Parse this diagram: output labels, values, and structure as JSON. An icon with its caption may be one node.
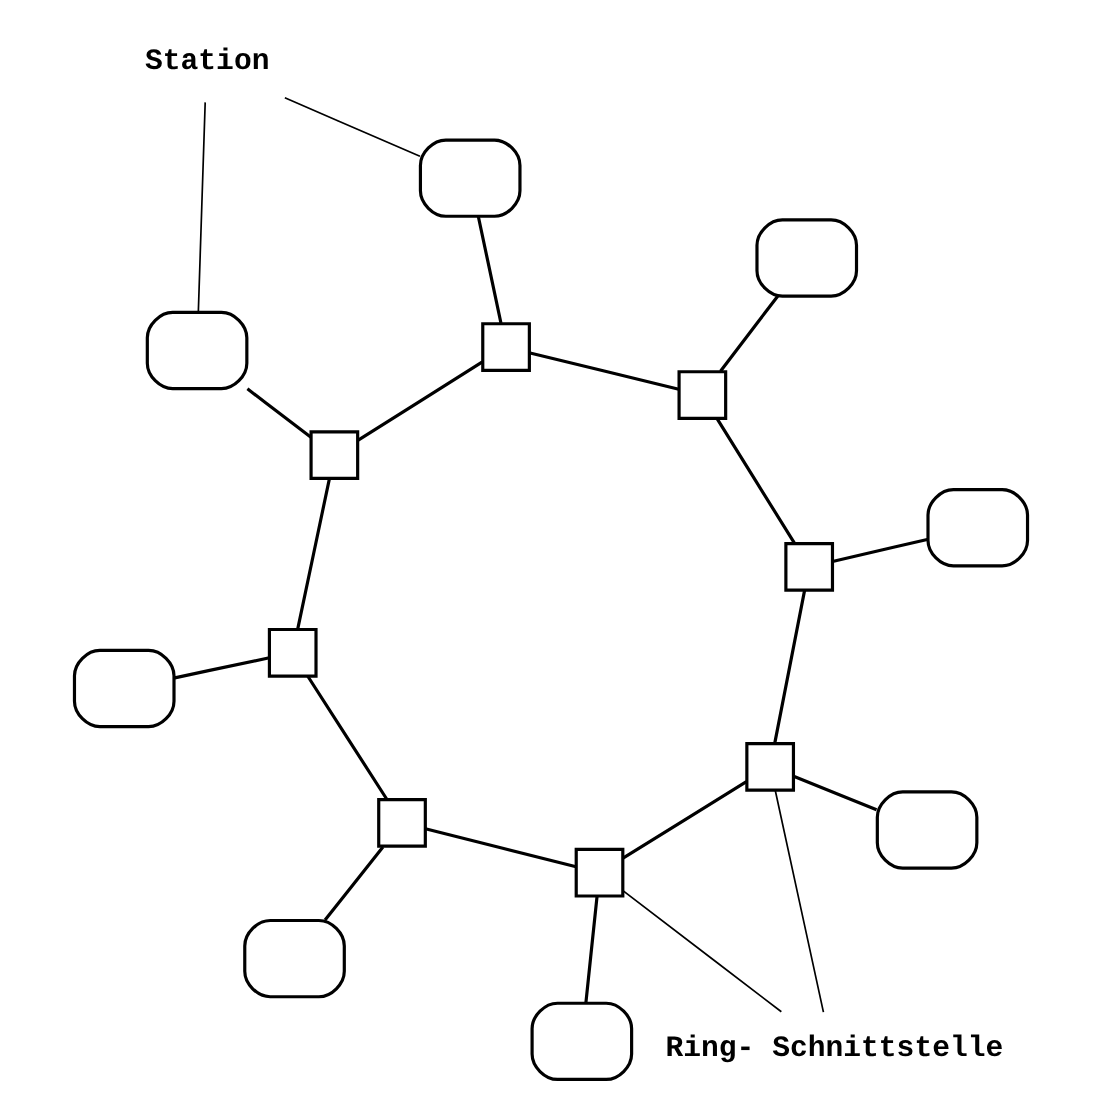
{
  "diagram": {
    "nodes": [
      {
        "text": [
          "Station"
        ]
      },
      {
        "text": [],
        "shape": "box"
      },
      {
        "text": [],
        "shape": "box"
      },
      {
        "text": [],
        "shape": "box"
      },
      {
        "text": [],
        "shape": "box"
      },
      {
        "text": [],
        "shape": "box"
      },
      {
        "text": [],
        "shape": "box"
      },
      {
        "text": [],
        "shape": "box"
      },
      {
        "text": [],
        "shape": "box"
      },
      {
        "text": [],
        "shape": "box"
      },
      {
        "text": [],
        "shape": "box"
      },
      {
        "text": [],
        "shape": "box"
      },
      {
        "text": [],
        "shape": "box"
      },
      {
        "text": [],
        "shape": "box"
      },
      {
        "text": [],
        "shape": "box"
      },
      {
        "text": [],
        "shape": "box"
      },
      {
        "text": [],
        "shape": "box"
      },
      {
        "text": [
          "Ring- Schnittstelle"
        ]
      }
    ],
    "edges": [
      {
        "from": 1,
        "to": 9,
        "arrow": "none"
      },
      {
        "from": 2,
        "to": 10,
        "arrow": "none"
      },
      {
        "from": 3,
        "to": 11,
        "arrow": "none"
      },
      {
        "from": 4,
        "to": 12,
        "arrow": "none"
      },
      {
        "from": 5,
        "to": 13,
        "arrow": "none"
      },
      {
        "from": 6,
        "to": 14,
        "arrow": "none"
      },
      {
        "from": 7,
        "to": 15,
        "arrow": "none"
      },
      {
        "from": 8,
        "to": 16,
        "arrow": "none"
      },
      {
        "from": 9,
        "to": 11,
        "arrow": "none"
      },
      {
        "from": 11,
        "to": 13,
        "arrow": "none"
      },
      {
        "from": 13,
        "to": 15,
        "arrow": "none"
      },
      {
        "from": 15,
        "to": 16,
        "arrow": "none"
      },
      {
        "from": 16,
        "to": 14,
        "arrow": "none"
      },
      {
        "from": 14,
        "to": 12,
        "arrow": "none"
      },
      {
        "from": 12,
        "to": 10,
        "arrow": "none"
      },
      {
        "from": 10,
        "to": 9,
        "arrow": "none"
      },
      {
        "from": 0,
        "to": 1,
        "arrow": "none"
      },
      {
        "from": 0,
        "to": 3,
        "arrow": "none"
      },
      {
        "from": 17,
        "to": 14,
        "arrow": "none"
      },
      {
        "from": 17,
        "to": 16,
        "arrow": "none"
      }
    ]
  }
}
